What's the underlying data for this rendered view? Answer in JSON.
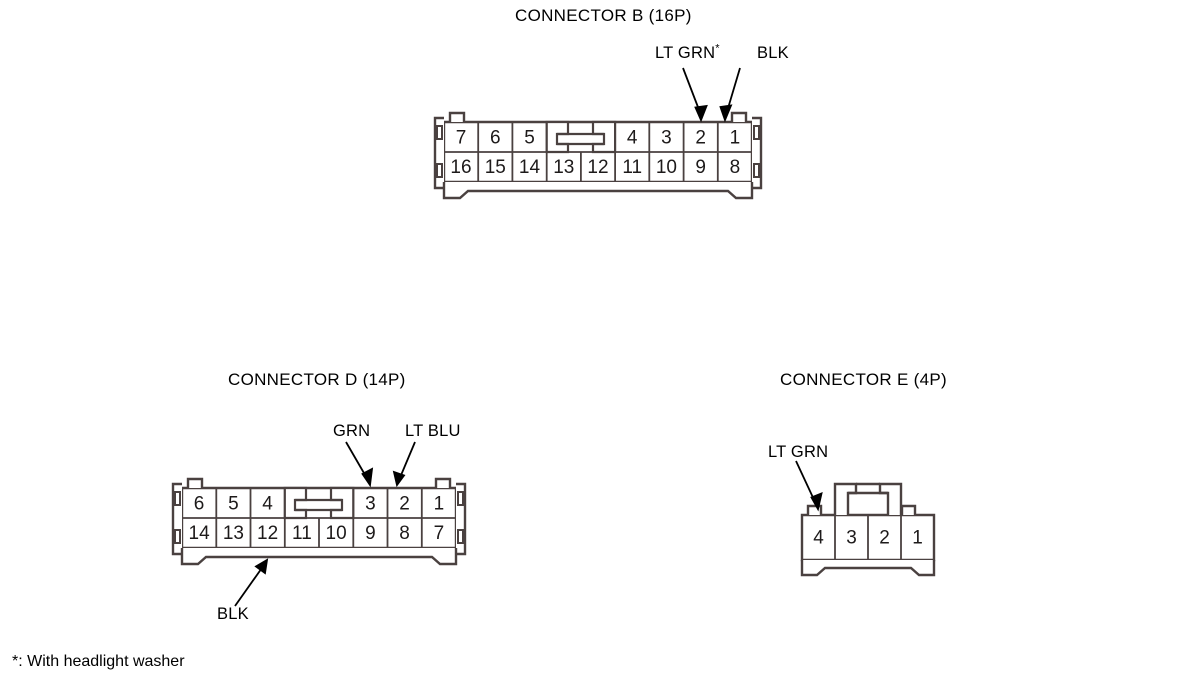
{
  "document": {
    "type": "connector-pinout-diagram",
    "footnote": "*: With headlight washer",
    "line_color": "#4a4140",
    "text_color": "#000000",
    "background": "#ffffff"
  },
  "connectors": [
    {
      "id": "B",
      "title": "CONNECTOR B (16P)",
      "pin_count": "16P",
      "rows": {
        "top": [
          "7",
          "6",
          "5",
          "",
          "",
          "4",
          "3",
          "2",
          "1"
        ],
        "bottom": [
          "16",
          "15",
          "14",
          "13",
          "12",
          "11",
          "10",
          "9",
          "8"
        ]
      },
      "keyway_span": [
        3,
        4
      ],
      "labels": [
        {
          "text": "LT GRN",
          "asterisk": "*",
          "points_to_pin": "2"
        },
        {
          "text": "BLK",
          "asterisk": "",
          "points_to_pin": "1"
        }
      ]
    },
    {
      "id": "D",
      "title": "CONNECTOR D (14P)",
      "pin_count": "14P",
      "rows": {
        "top": [
          "6",
          "5",
          "4",
          "",
          "",
          "3",
          "2",
          "1"
        ],
        "bottom": [
          "14",
          "13",
          "12",
          "11",
          "10",
          "9",
          "8",
          "7"
        ]
      },
      "keyway_span": [
        3,
        4
      ],
      "labels": [
        {
          "text": "GRN",
          "asterisk": "",
          "points_to_pin": "3"
        },
        {
          "text": "LT BLU",
          "asterisk": "",
          "points_to_pin": "2"
        },
        {
          "text": "BLK",
          "asterisk": "",
          "points_to_pin": "body"
        }
      ]
    },
    {
      "id": "E",
      "title": "CONNECTOR E (4P)",
      "pin_count": "4P",
      "rows": {
        "top": [
          "4",
          "3",
          "2",
          "1"
        ],
        "bottom": []
      },
      "keyway_span": [],
      "labels": [
        {
          "text": "LT GRN",
          "asterisk": "",
          "points_to_pin": "4"
        }
      ]
    }
  ],
  "text": {
    "connector_b_title": "CONNECTOR B (16P)",
    "connector_d_title": "CONNECTOR D (14P)",
    "connector_e_title": "CONNECTOR E (4P)",
    "b_label_1": "LT GRN",
    "b_label_1_sup": "*",
    "b_label_2": "BLK",
    "d_label_1": "GRN",
    "d_label_2": "LT BLU",
    "d_label_3": "BLK",
    "e_label_1": "LT GRN",
    "footnote": "*: With headlight washer",
    "b_top": [
      "7",
      "6",
      "5",
      "4",
      "3",
      "2",
      "1"
    ],
    "b_bottom": [
      "16",
      "15",
      "14",
      "13",
      "12",
      "11",
      "10",
      "9",
      "8"
    ],
    "d_top": [
      "6",
      "5",
      "4",
      "3",
      "2",
      "1"
    ],
    "d_bottom": [
      "14",
      "13",
      "12",
      "11",
      "10",
      "9",
      "8",
      "7"
    ],
    "e_row": [
      "4",
      "3",
      "2",
      "1"
    ]
  }
}
